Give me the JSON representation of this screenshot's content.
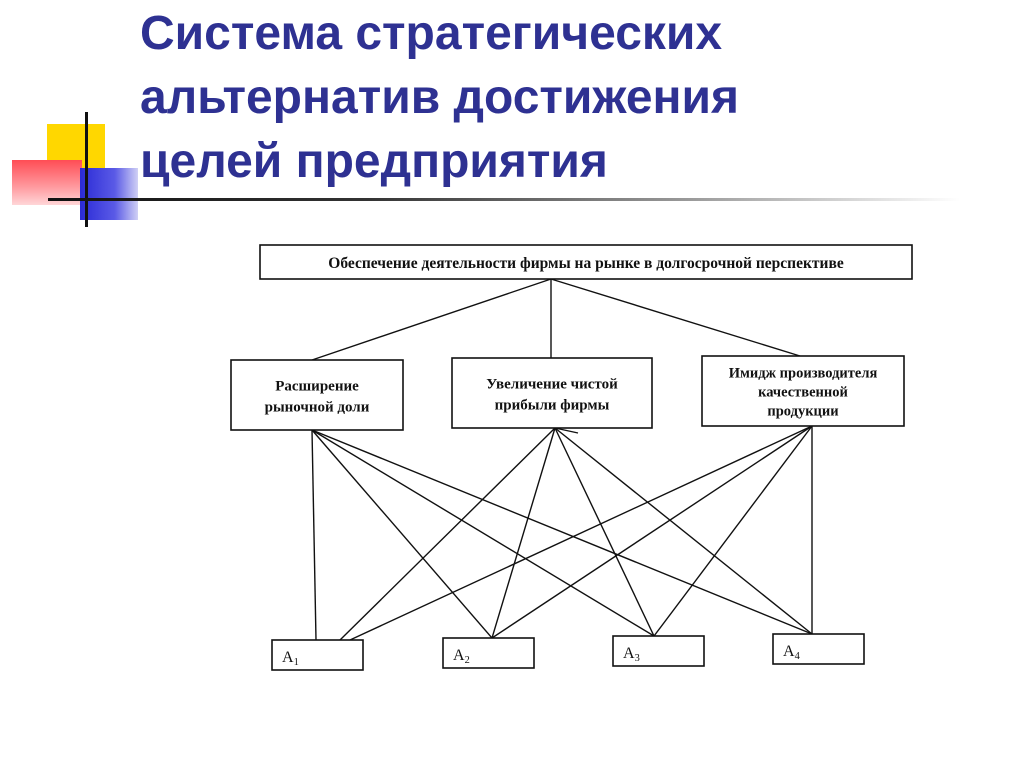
{
  "slide": {
    "title_lines": [
      "Система стратегических",
      "альтернатив достижения",
      "целей предприятия"
    ],
    "colors": {
      "title": "#2e3192",
      "accent_yellow": "#ffd700",
      "accent_red": "#ff4d55",
      "accent_blue": "#2b2bd6"
    }
  },
  "diagram": {
    "root": {
      "id": "root",
      "lines": [
        "Обеспечение деятельности фирмы на рынке в долгосрочной перспективе"
      ]
    },
    "goals": [
      {
        "id": "g1",
        "lines": [
          "Расширение",
          "рыночной доли"
        ]
      },
      {
        "id": "g2",
        "lines": [
          "Увеличение чистой",
          "прибыли  фирмы"
        ]
      },
      {
        "id": "g3",
        "lines": [
          "Имидж производителя",
          "качественной",
          "продукции"
        ]
      }
    ],
    "alternatives": [
      {
        "id": "a1",
        "label": "A",
        "sub": "1"
      },
      {
        "id": "a2",
        "label": "A",
        "sub": "2"
      },
      {
        "id": "a3",
        "label": "A",
        "sub": "3"
      },
      {
        "id": "a4",
        "label": "A",
        "sub": "4"
      }
    ],
    "edges": [
      [
        "root",
        "g1"
      ],
      [
        "root",
        "g2"
      ],
      [
        "root",
        "g3"
      ],
      [
        "g1",
        "a1"
      ],
      [
        "g1",
        "a2"
      ],
      [
        "g1",
        "a3"
      ],
      [
        "g1",
        "a4"
      ],
      [
        "g2",
        "a1"
      ],
      [
        "g2",
        "a2"
      ],
      [
        "g2",
        "a3"
      ],
      [
        "g2",
        "a4"
      ],
      [
        "g3",
        "a1"
      ],
      [
        "g3",
        "a2"
      ],
      [
        "g3",
        "a3"
      ],
      [
        "g3",
        "a4"
      ]
    ]
  }
}
